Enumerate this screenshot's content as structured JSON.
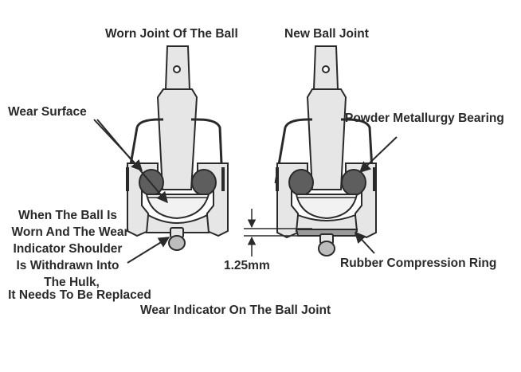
{
  "titles": {
    "worn": "Worn Joint Of The Ball",
    "new": "New Ball Joint"
  },
  "labels": {
    "wear_surface": "Wear Surface",
    "powder_bearing": "Powder Metallurgy Bearing",
    "when_line1": "When The Ball Is",
    "when_line2": "Worn And The Wear",
    "when_line3": "Indicator Shoulder",
    "when_line4": "Is Withdrawn Into",
    "when_line5": "The Hulk,",
    "when_line6": "It Needs To Be Replaced",
    "measurement": "1.25mm",
    "rubber_ring": "Rubber Compression Ring",
    "wear_indicator": "Wear Indicator On The Ball Joint"
  },
  "colors": {
    "ink": "#2a2a2a",
    "body_fill": "#e6e6e6",
    "ball_fill": "#f2f2f2",
    "bearing_fill": "#5e5e5e"
  }
}
